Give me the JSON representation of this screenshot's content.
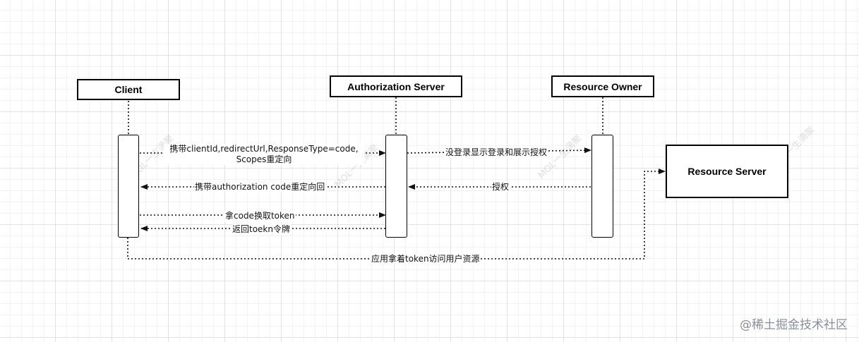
{
  "participants": {
    "client": "Client",
    "auth_server": "Authorization Server",
    "resource_owner": "Resource Owner",
    "resource_server": "Resource Server"
  },
  "messages": {
    "m1_line1": "携带clientId,redirectUrl,ResponseType=code,",
    "m1_line2": "Scopes重定向",
    "m2": "没登录显示登录和展示授权",
    "m3": "授权",
    "m4": "携带authorization code重定向回",
    "m5": "拿code换取token",
    "m6": "返回toekn令牌",
    "m7": "应用拿着token访问用户资源"
  },
  "watermark": "MOL一生满聚",
  "brand": "@稀土掘金技术社区"
}
